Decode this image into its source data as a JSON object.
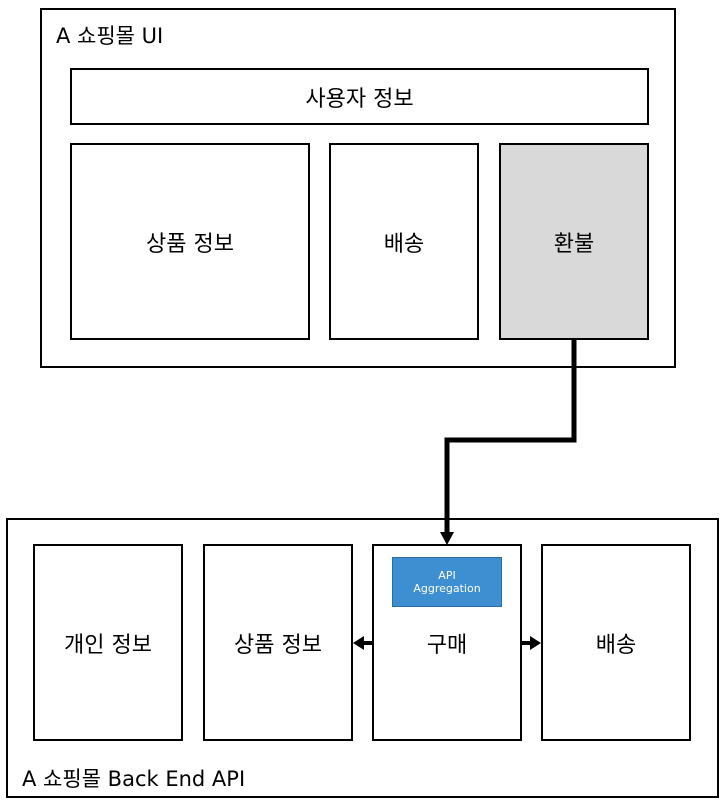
{
  "frontend": {
    "title": "A 쇼핑몰 UI",
    "user_info": "사용자 정보",
    "product_info": "상품 정보",
    "shipping": "배송",
    "refund": "환불"
  },
  "backend": {
    "title": "A 쇼핑몰 Back End API",
    "personal_info": "개인 정보",
    "product_info": "상품 정보",
    "purchase": "구매",
    "shipping": "배송",
    "api_badge": {
      "line1": "API",
      "line2": "Aggregation"
    }
  },
  "colors": {
    "highlight_fill": "#d9d9d9",
    "api_badge_fill": "#3d8fd1",
    "border": "#000000"
  }
}
